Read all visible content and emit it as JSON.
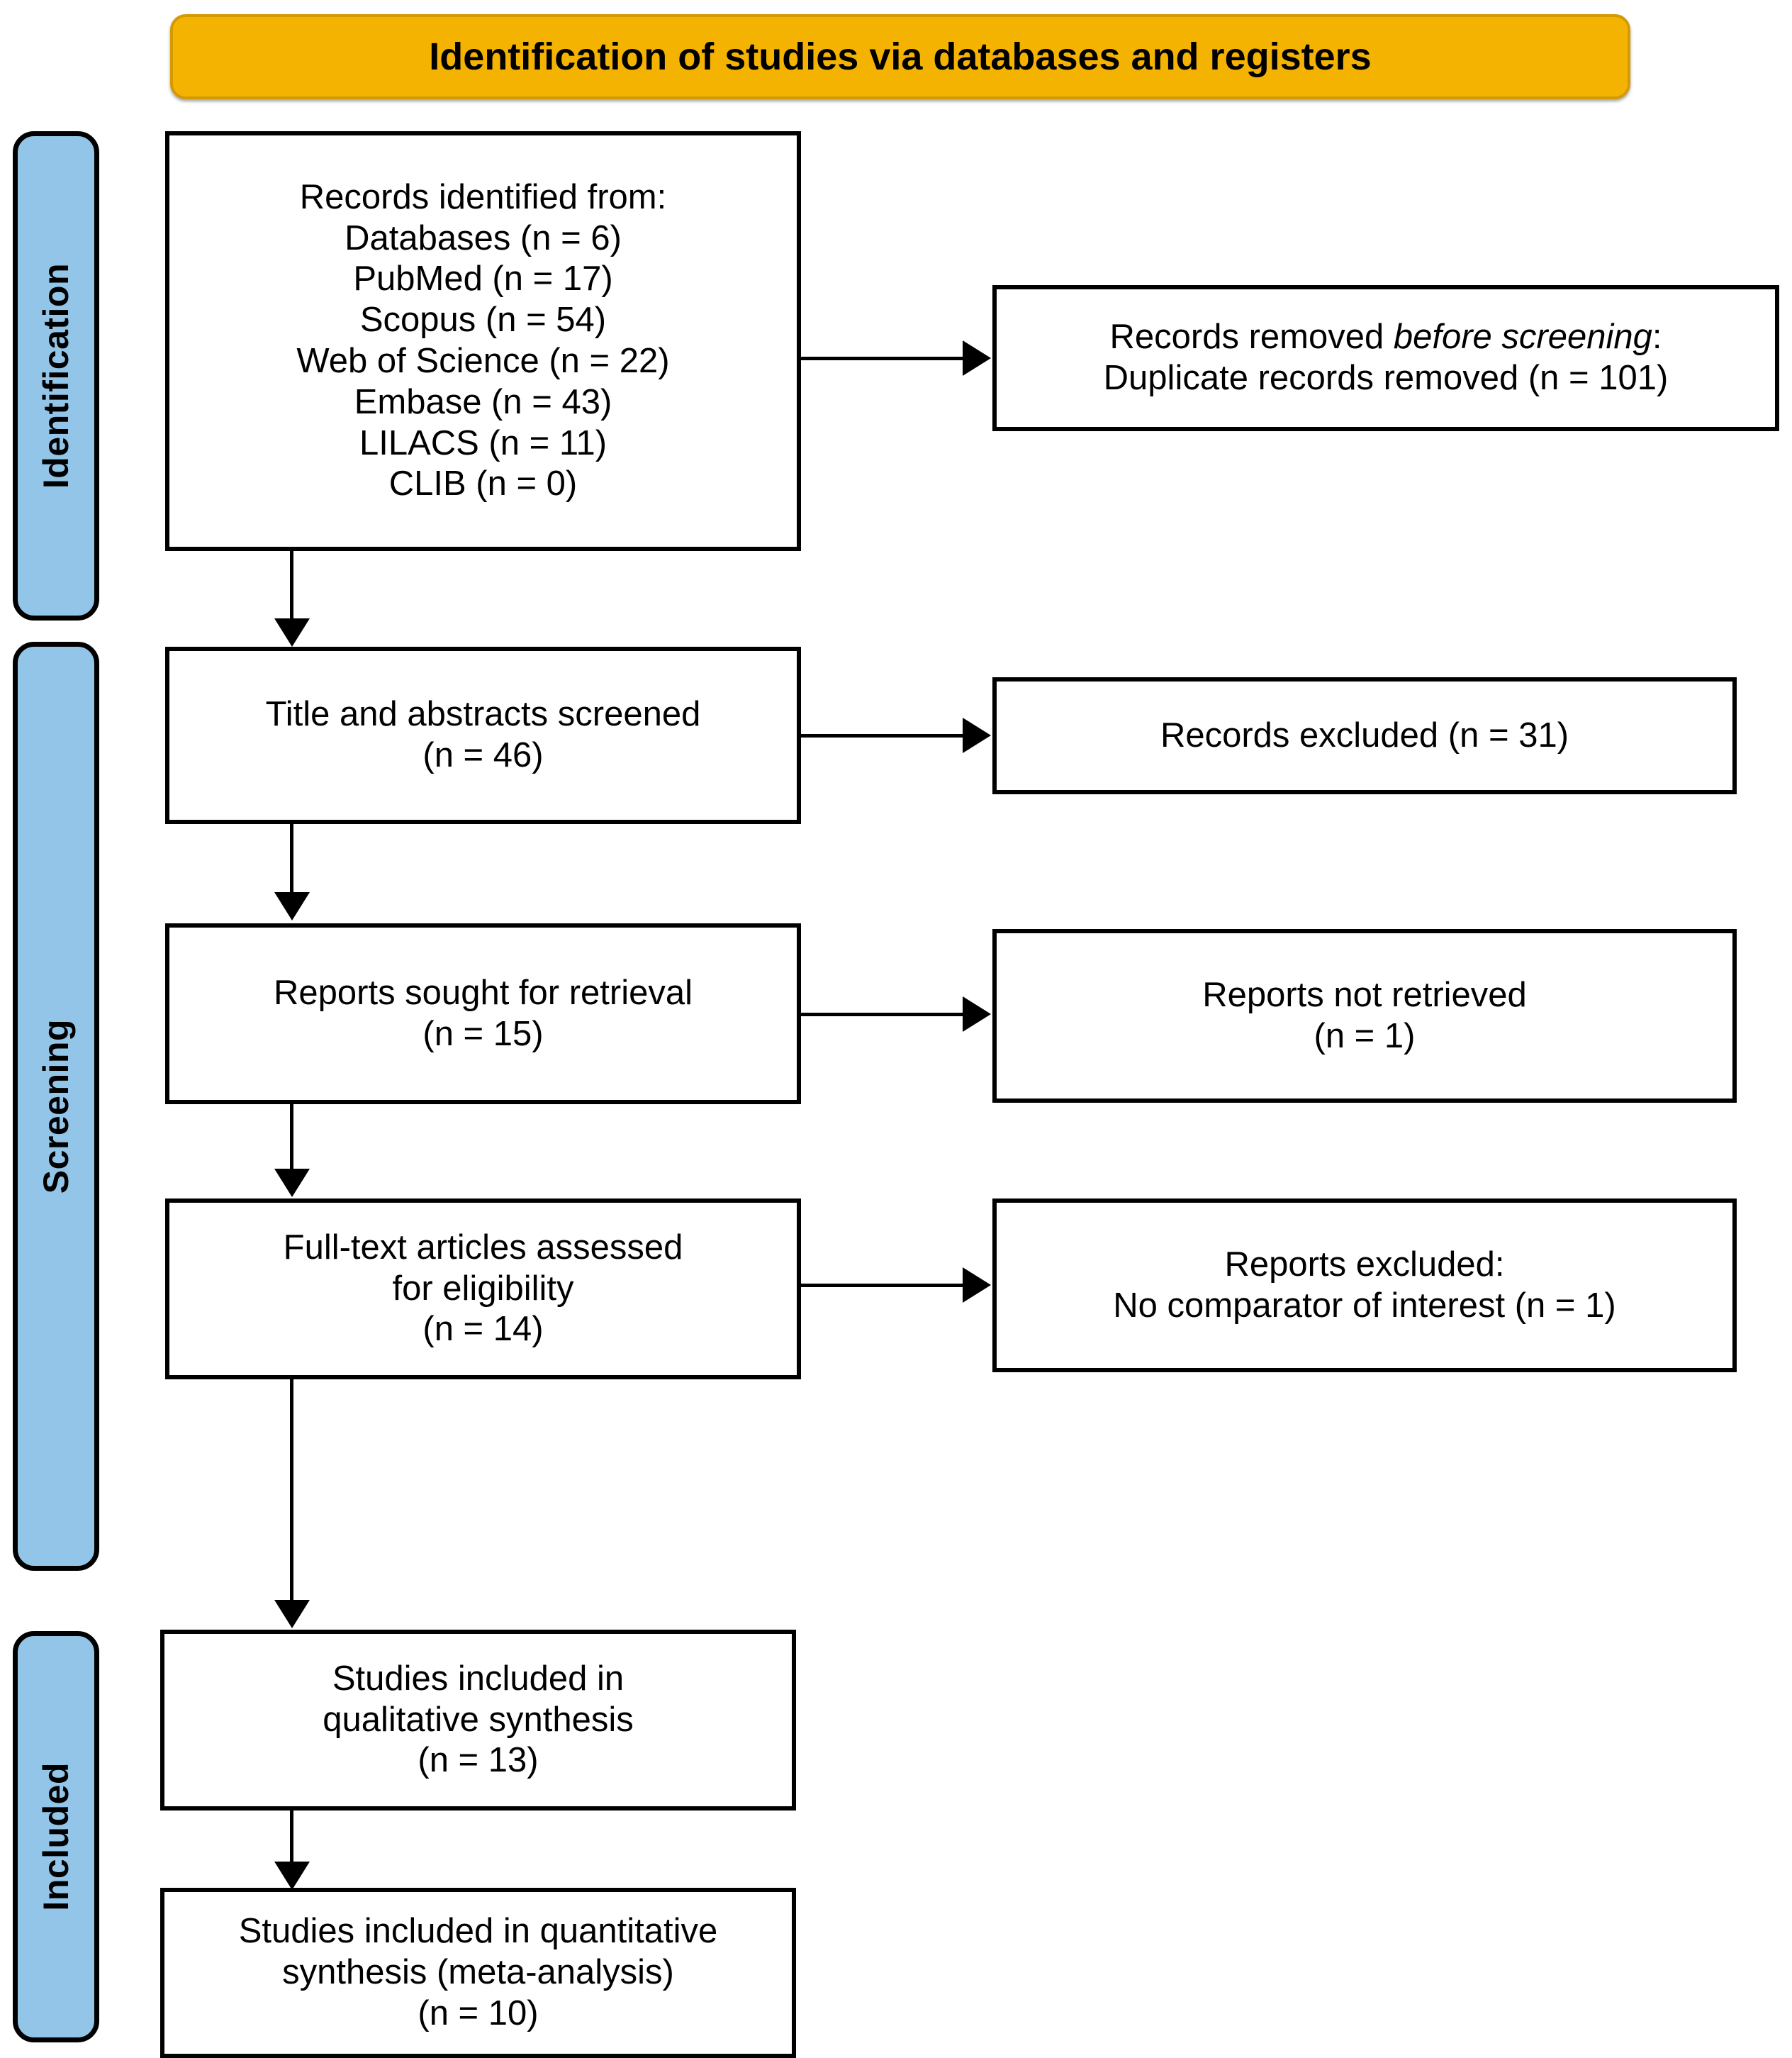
{
  "banner": {
    "title": "Identification of studies via databases and registers",
    "color": "#F5B301"
  },
  "phases": {
    "color": "#92C5E8",
    "identification": "Identification",
    "screening": "Screening",
    "included": "Included"
  },
  "boxes": {
    "records_identified": "Records identified from:\nDatabases (n = 6)\nPubMed (n = 17)\nScopus (n = 54)\nWeb of Science (n = 22)\nEmbase (n = 43)\nLILACS (n = 11)\nCLIB (n = 0)",
    "records_removed_prefix": "Records removed ",
    "records_removed_italic": "before screening",
    "records_removed_suffix": ":",
    "records_removed_line2": "Duplicate records removed (n = 101)",
    "title_abstracts_screened": "Title and abstracts screened\n(n = 46)",
    "records_excluded": "Records excluded (n = 31)",
    "reports_sought": "Reports sought for retrieval\n(n = 15)",
    "reports_not_retrieved": "Reports not retrieved\n(n = 1)",
    "full_text_assessed": "Full-text articles assessed\nfor eligibility\n(n = 14)",
    "reports_excluded": "Reports excluded:\nNo comparator of interest (n = 1)",
    "included_qualitative": "Studies included in\nqualitative synthesis\n(n = 13)",
    "included_quantitative": "Studies included in quantitative\nsynthesis (meta-analysis)\n(n = 10)"
  }
}
